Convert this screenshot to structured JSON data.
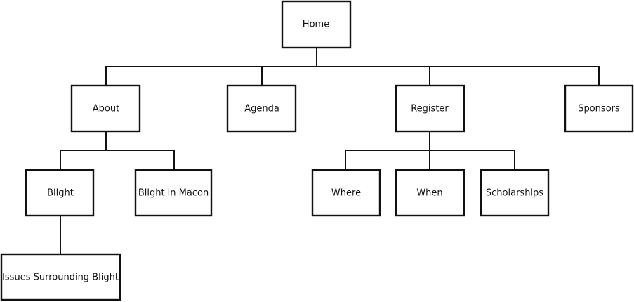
{
  "sitemap": {
    "nodes": [
      {
        "id": "home",
        "label": "Home"
      },
      {
        "id": "about",
        "label": "About",
        "parent": "home"
      },
      {
        "id": "agenda",
        "label": "Agenda",
        "parent": "home"
      },
      {
        "id": "register",
        "label": "Register",
        "parent": "home"
      },
      {
        "id": "sponsors",
        "label": "Sponsors",
        "parent": "home"
      },
      {
        "id": "blight",
        "label": "Blight",
        "parent": "about"
      },
      {
        "id": "blight-in-macon",
        "label": "Blight in Macon",
        "parent": "about"
      },
      {
        "id": "where",
        "label": "Where",
        "parent": "register"
      },
      {
        "id": "when",
        "label": "When",
        "parent": "register"
      },
      {
        "id": "scholarships",
        "label": "Scholarships",
        "parent": "register"
      },
      {
        "id": "issues-surrounding-blight",
        "label": "Issues Surrounding Blight",
        "parent": "blight"
      }
    ]
  }
}
